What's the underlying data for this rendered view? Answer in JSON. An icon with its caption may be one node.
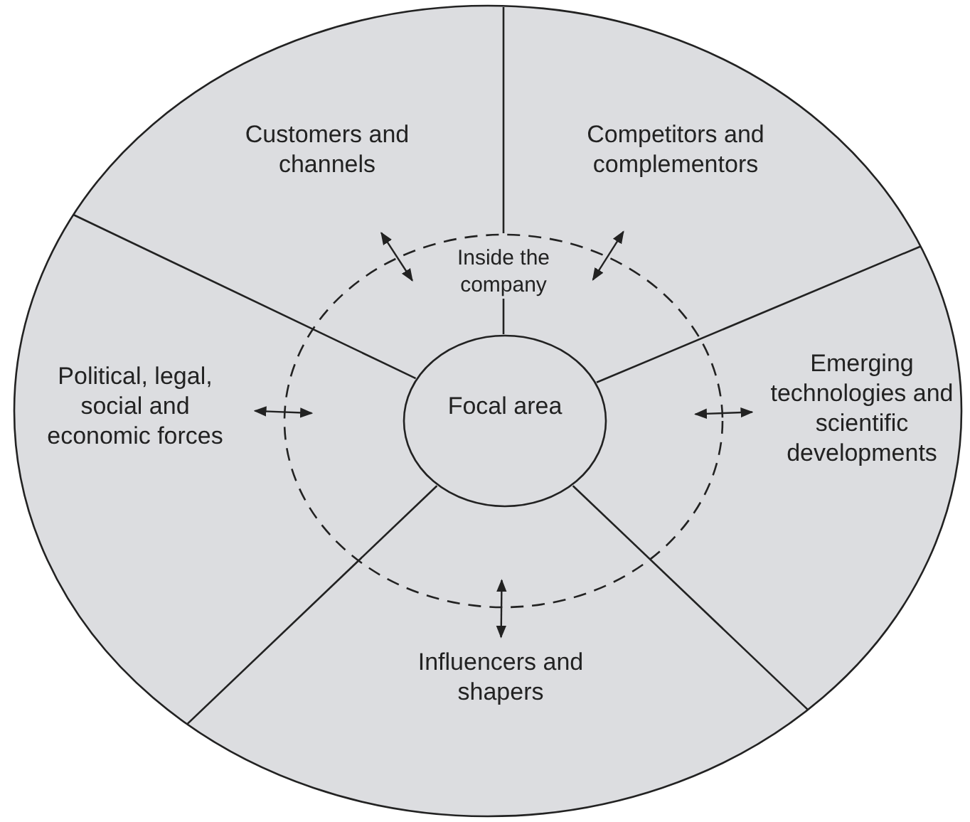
{
  "diagram": {
    "nodes": [
      {
        "text": [
          "Customers and channels"
        ]
      },
      {
        "text": [
          "Competitors and complementors"
        ]
      },
      {
        "text": [
          "Inside the company"
        ]
      },
      {
        "text": [
          "Political, legal, social and economic forces"
        ]
      },
      {
        "text": [
          "Focal area"
        ],
        "in": 2
      },
      {
        "text": [
          "Emerging technologies and scientific developments"
        ]
      },
      {
        "text": [
          "Influencers and shapers"
        ]
      }
    ],
    "edges": [
      {
        "from": 0,
        "to": 2,
        "arrow": "both"
      },
      {
        "from": 1,
        "to": 2,
        "arrow": "both"
      },
      {
        "from": 3,
        "to": 2,
        "arrow": "both"
      },
      {
        "from": 5,
        "to": 2,
        "arrow": "both"
      },
      {
        "from": 6,
        "to": 2,
        "arrow": "both"
      }
    ]
  }
}
